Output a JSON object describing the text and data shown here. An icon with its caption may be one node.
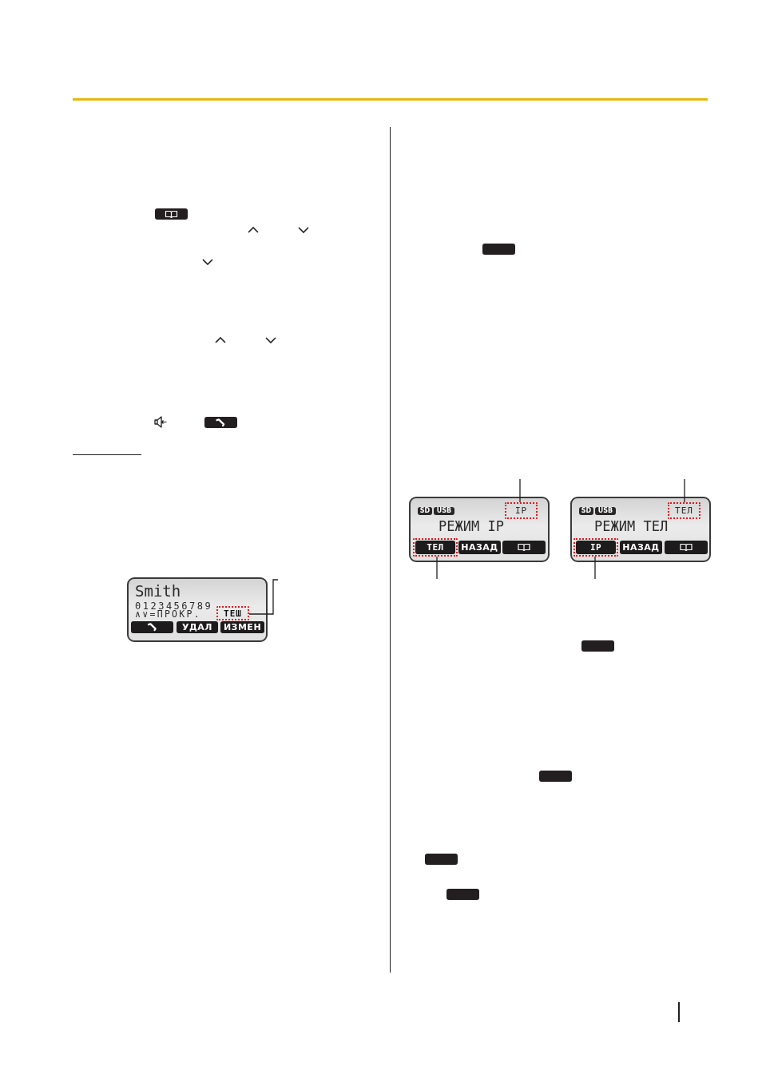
{
  "diagram": {
    "nodes": [
      {
        "text": [
          "Smith",
          "0123456789",
          "∧∨=ПРОКР."
        ]
      },
      {
        "text": [
          "ТЕШ"
        ],
        "in": 0
      },
      {
        "text": [],
        "shape": "box",
        "in": 0
      },
      {
        "text": [
          "УДАЛ"
        ],
        "in": 0
      },
      {
        "text": [
          "ИЗМЕН"
        ],
        "in": 0
      },
      {
        "text": [
          "РЕЖИМ IP"
        ]
      },
      {
        "text": [
          "SD"
        ],
        "in": 5
      },
      {
        "text": [
          "USB"
        ],
        "in": 5
      },
      {
        "text": [
          "IP"
        ],
        "in": 5
      },
      {
        "text": [],
        "shape": "box",
        "in": 5
      },
      {
        "text": [
          "ТЕЛ"
        ],
        "in": 9
      },
      {
        "text": [
          "НАЗАД"
        ],
        "in": 5
      },
      {
        "text": [],
        "shape": "box",
        "in": 5
      },
      {
        "text": [
          "РЕЖИМ ТЕЛ"
        ]
      },
      {
        "text": [
          "SD"
        ],
        "in": 13
      },
      {
        "text": [
          "USB"
        ],
        "in": 13
      },
      {
        "text": [
          "ТЕЛ"
        ],
        "in": 13
      },
      {
        "text": [],
        "shape": "box",
        "in": 13
      },
      {
        "text": [
          "IP"
        ],
        "in": 17
      },
      {
        "text": [
          "НАЗАД"
        ],
        "in": 13
      },
      {
        "text": [],
        "shape": "box",
        "in": 13
      }
    ],
    "edges": [
      {
        "from": null,
        "to": 1,
        "arrow": "none"
      },
      {
        "from": null,
        "to": 8,
        "arrow": "none"
      },
      {
        "from": null,
        "to": 9,
        "arrow": "none"
      },
      {
        "from": null,
        "to": 16,
        "arrow": "none"
      },
      {
        "from": null,
        "to": 17,
        "arrow": "none"
      }
    ]
  }
}
